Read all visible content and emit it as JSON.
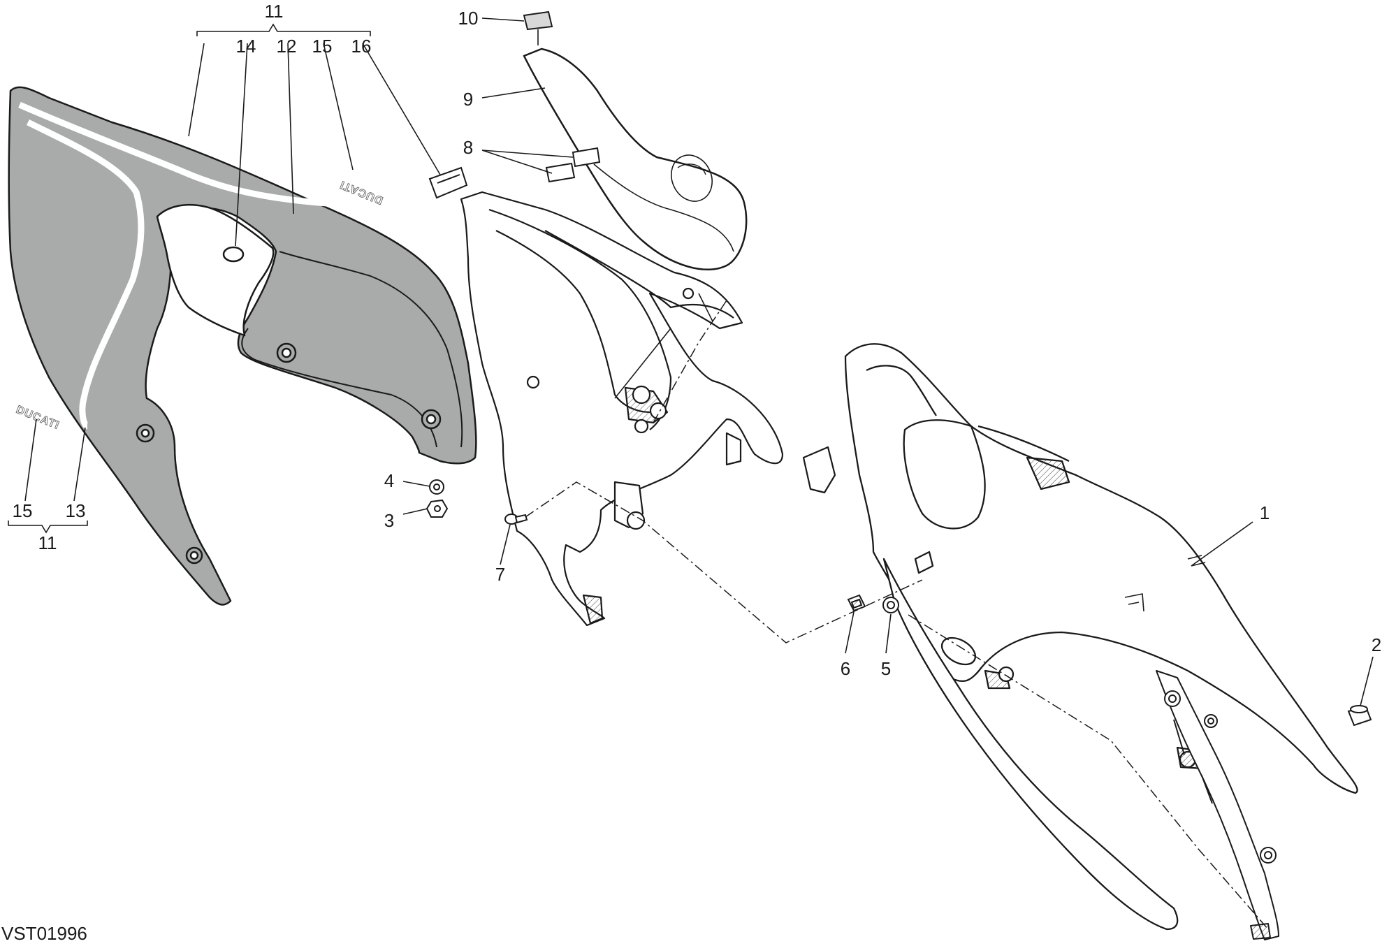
{
  "drawing_code": "VST01996",
  "brand_marks": [
    "DUCATI",
    "DUCATI"
  ],
  "colors": {
    "panel_fill": "#a9abab",
    "line": "#1a1a1a",
    "stripe": "#ffffff"
  },
  "callouts": {
    "c1": "1",
    "c2": "2",
    "c3": "3",
    "c4": "4",
    "c5": "5",
    "c6": "6",
    "c7": "7",
    "c8": "8",
    "c9": "9",
    "c10": "10",
    "c11_top": "11",
    "c11_bottom": "11",
    "c12": "12",
    "c13": "13",
    "c14_top": "14",
    "c15_top": "15",
    "c15_bottom": "15",
    "c16": "16"
  }
}
